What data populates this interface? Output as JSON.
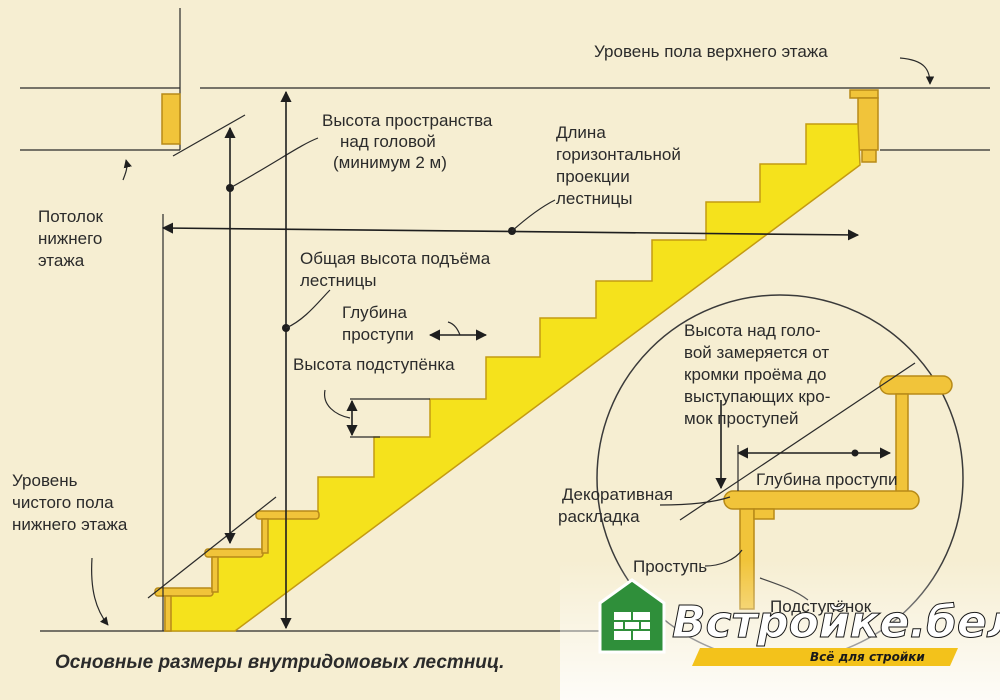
{
  "labels": {
    "top_floor": "Уровень пола верхнего этажа",
    "headroom": [
      "Высота пространства",
      "над головой",
      "(минимум 2 м)"
    ],
    "horizontal_length": [
      "Длина",
      "горизонтальной",
      "проекции",
      "лестницы"
    ],
    "ceiling": [
      "Потолок",
      "нижнего",
      "этажа"
    ],
    "total_rise": [
      "Общая высота подъёма",
      "лестницы"
    ],
    "tread_depth": [
      "Глубина",
      "проступи"
    ],
    "riser_height": "Высота подступёнка",
    "finished_floor": [
      "Уровень",
      "чистого пола",
      "нижнего этажа"
    ],
    "detail_note": [
      "Высота над голо-",
      "вой замеряется от",
      "кромки проёма до",
      "выступающих кро-",
      "мок проступей"
    ],
    "detail_tread_depth": "Глубина проступи",
    "nosing": [
      "Декоративная",
      "раскладка"
    ],
    "tread": "Проступь",
    "riser": "Подступёнок"
  },
  "caption": "Основные размеры внутридомовых лестниц.",
  "brand": {
    "name": "Встройке.бел",
    "slogan": "Всё для стройки",
    "color_green": "#2f8f3a",
    "color_yellow": "#f3c21b"
  },
  "colors": {
    "background": "#f6eed2",
    "stair": "#f5e21c",
    "wood": "#f1c43a"
  }
}
